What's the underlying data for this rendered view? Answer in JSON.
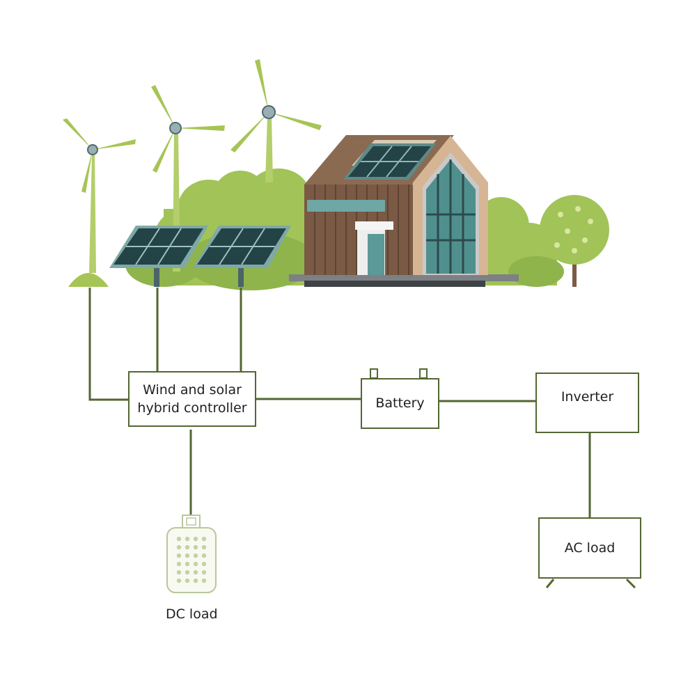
{
  "colors": {
    "wire": "#536632",
    "turbine_green": "#a7c456",
    "bush_green": "#a1c358",
    "bush_dark": "#8fb44c",
    "panel_frame": "#5e8a88",
    "panel_cell": "#244347",
    "wood": "#7a5a44",
    "house_trim": "#d6b594",
    "glass": "#4f908e",
    "dc_load": "#c4d2a4"
  },
  "icons": {
    "wind_turbines": "wind-turbine-icon",
    "solar_panels": "solar-panel-icon",
    "house": "house-icon",
    "tree": "tree-icon",
    "dc_load": "dc-load-device-icon",
    "battery": "battery-terminal-icon",
    "ac_load": "tv-stand-icon"
  },
  "nodes": {
    "controller": {
      "line1": "Wind and solar",
      "line2": "hybrid controller"
    },
    "battery": {
      "label": "Battery"
    },
    "inverter": {
      "label": "Inverter"
    },
    "ac_load": {
      "label": "AC load"
    },
    "dc_load": {
      "label": "DC load"
    }
  }
}
